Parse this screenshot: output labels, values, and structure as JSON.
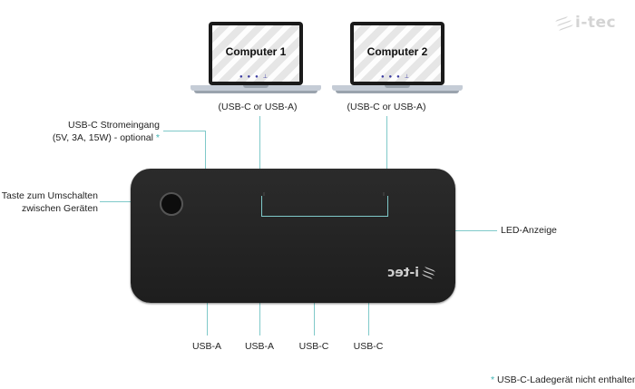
{
  "laptops": [
    {
      "screen_text": "Computer 1",
      "port_label": "(USB-C or USB-A)"
    },
    {
      "screen_text": "Computer 2",
      "port_label": "(USB-C or USB-A)"
    }
  ],
  "power_input": {
    "line1": "USB-C Stromeingang",
    "line2": "(5V, 3A, 15W) - optional",
    "asterisk": "*"
  },
  "switch_button": {
    "line1": "Taste zum Umschalten",
    "line2": "zwischen Geräten"
  },
  "led_indicator": "LED-Anzeige",
  "bottom_ports": [
    "USB-A",
    "USB-A",
    "USB-C",
    "USB-C"
  ],
  "footnote": {
    "asterisk": "*",
    "text": "USB-C-Ladegerät nicht enthalten"
  },
  "brand_logo": "i-tec",
  "device_logo": "i-tec",
  "colors": {
    "connector_line": "#7fc9c9",
    "device": "#222222",
    "asterisk": "#3fb3b3"
  }
}
